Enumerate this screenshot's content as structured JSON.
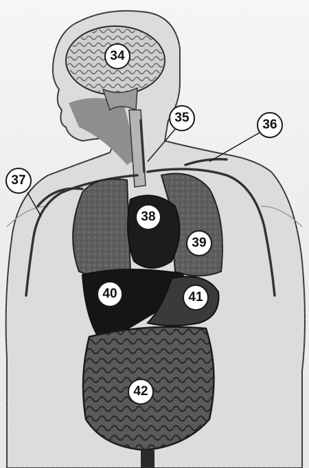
{
  "diagram": {
    "labels": [
      {
        "id": "callout-34",
        "text": "34",
        "organ": "brain"
      },
      {
        "id": "callout-35",
        "text": "35",
        "organ": "trachea"
      },
      {
        "id": "callout-36",
        "text": "36",
        "organ": "blood-vessel"
      },
      {
        "id": "callout-37",
        "text": "37",
        "organ": "blood-vessel"
      },
      {
        "id": "callout-38",
        "text": "38",
        "organ": "heart"
      },
      {
        "id": "callout-39",
        "text": "39",
        "organ": "lung"
      },
      {
        "id": "callout-40",
        "text": "40",
        "organ": "liver"
      },
      {
        "id": "callout-41",
        "text": "41",
        "organ": "stomach"
      },
      {
        "id": "callout-42",
        "text": "42",
        "organ": "intestines"
      }
    ],
    "colors": {
      "skin": "#d9d9d9",
      "outline": "#2b2b2b",
      "brain": "#cfcfcf",
      "lungs": "#5e5e5e",
      "heart": "#1c1c1c",
      "liver": "#151515",
      "stomach": "#3a3a3a",
      "intestines": "#4a4a4a",
      "vessels": "#333333",
      "callout_fill": "#ffffff"
    }
  }
}
